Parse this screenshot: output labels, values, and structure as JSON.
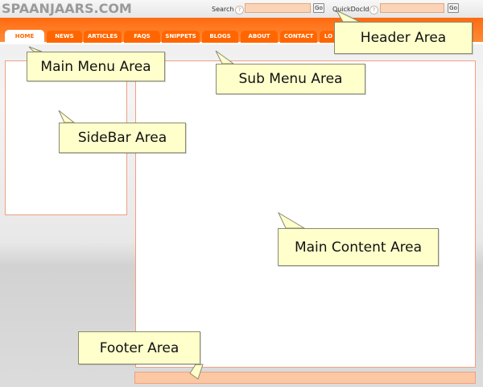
{
  "header": {
    "logo": "SPAANJAARS.COM",
    "search_label": "Search",
    "quickdoc_label": "QuickDocId",
    "help_glyph": "?",
    "go_label": "Go"
  },
  "menu": {
    "tabs": [
      "HOME",
      "NEWS",
      "ARTICLES",
      "FAQS",
      "SNIPPETS",
      "BLOGS",
      "ABOUT",
      "CONTACT",
      "LO"
    ],
    "active": "HOME"
  },
  "callouts": {
    "header": "Header Area",
    "main_menu": "Main Menu Area",
    "sub_menu": "Sub Menu Area",
    "sidebar": "SideBar Area",
    "main_content": "Main Content Area",
    "footer": "Footer Area"
  },
  "colors": {
    "accent": "#ff6600",
    "callout_bg": "#ffffcc",
    "footer_bg": "#fcc8a4"
  }
}
